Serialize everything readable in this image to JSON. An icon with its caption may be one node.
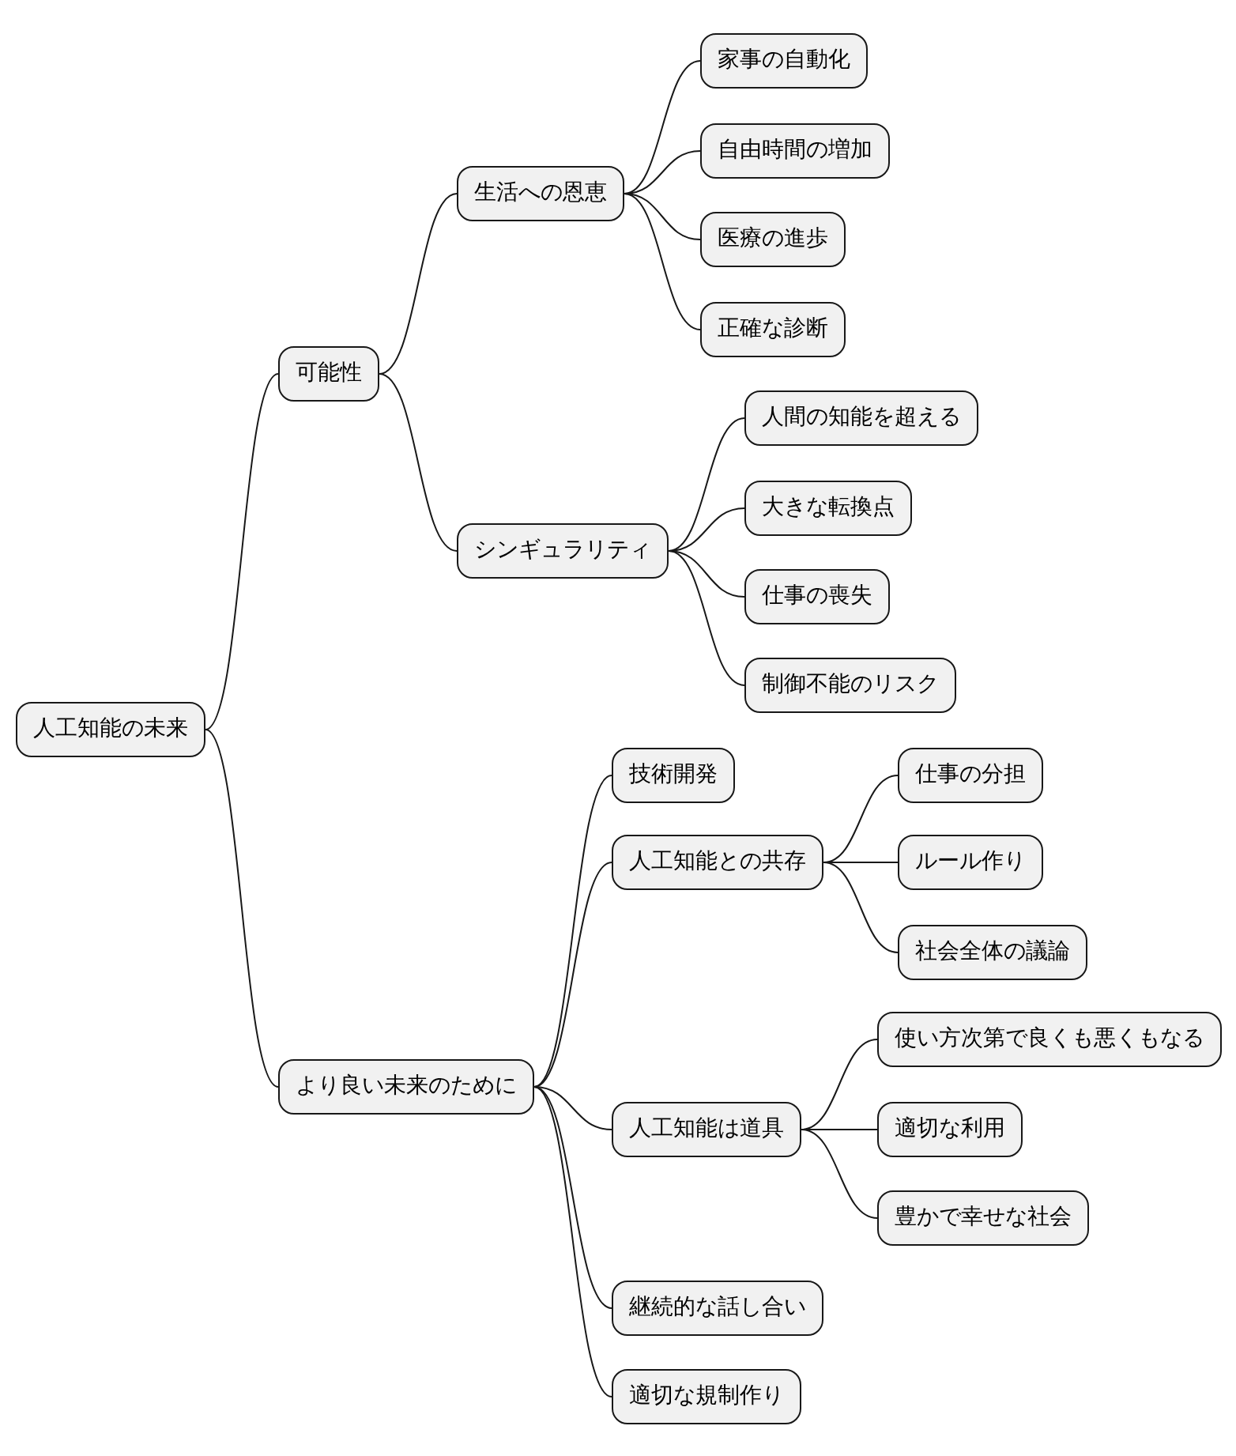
{
  "diagram": {
    "nodes": [
      {
        "text": [
          "人工知能の未来"
        ]
      },
      {
        "text": [
          "可能性"
        ]
      },
      {
        "text": [
          "生活への恩恵"
        ]
      },
      {
        "text": [
          "家事の自動化"
        ]
      },
      {
        "text": [
          "自由時間の増加"
        ]
      },
      {
        "text": [
          "医療の進歩"
        ]
      },
      {
        "text": [
          "正確な診断"
        ]
      },
      {
        "text": [
          "シンギュラリティ"
        ]
      },
      {
        "text": [
          "人間の知能を超える"
        ]
      },
      {
        "text": [
          "大きな転換点"
        ]
      },
      {
        "text": [
          "仕事の喪失"
        ]
      },
      {
        "text": [
          "制御不能のリスク"
        ]
      },
      {
        "text": [
          "より良い未来のために"
        ]
      },
      {
        "text": [
          "技術開発"
        ]
      },
      {
        "text": [
          "人工知能との共存"
        ]
      },
      {
        "text": [
          "仕事の分担"
        ]
      },
      {
        "text": [
          "ルール作り"
        ]
      },
      {
        "text": [
          "社会全体の議論"
        ]
      },
      {
        "text": [
          "人工知能は道具"
        ]
      },
      {
        "text": [
          "使い方次第で良くも悪くもなる"
        ]
      },
      {
        "text": [
          "適切な利用"
        ]
      },
      {
        "text": [
          "豊かで幸せな社会"
        ]
      },
      {
        "text": [
          "継続的な話し合い"
        ]
      },
      {
        "text": [
          "適切な規制作り"
        ]
      }
    ],
    "edges": [
      {
        "from": 0,
        "to": 1,
        "arrow": "none"
      },
      {
        "from": 1,
        "to": 2,
        "arrow": "none"
      },
      {
        "from": 2,
        "to": 3,
        "arrow": "none"
      },
      {
        "from": 2,
        "to": 4,
        "arrow": "none"
      },
      {
        "from": 2,
        "to": 5,
        "arrow": "none"
      },
      {
        "from": 2,
        "to": 6,
        "arrow": "none"
      },
      {
        "from": 1,
        "to": 7,
        "arrow": "none"
      },
      {
        "from": 7,
        "to": 8,
        "arrow": "none"
      },
      {
        "from": 7,
        "to": 9,
        "arrow": "none"
      },
      {
        "from": 7,
        "to": 10,
        "arrow": "none"
      },
      {
        "from": 7,
        "to": 11,
        "arrow": "none"
      },
      {
        "from": 0,
        "to": 12,
        "arrow": "none"
      },
      {
        "from": 12,
        "to": 13,
        "arrow": "none"
      },
      {
        "from": 12,
        "to": 14,
        "arrow": "none"
      },
      {
        "from": 14,
        "to": 15,
        "arrow": "none"
      },
      {
        "from": 14,
        "to": 16,
        "arrow": "none"
      },
      {
        "from": 14,
        "to": 17,
        "arrow": "none"
      },
      {
        "from": 12,
        "to": 18,
        "arrow": "none"
      },
      {
        "from": 18,
        "to": 19,
        "arrow": "none"
      },
      {
        "from": 18,
        "to": 20,
        "arrow": "none"
      },
      {
        "from": 18,
        "to": 21,
        "arrow": "none"
      },
      {
        "from": 12,
        "to": 22,
        "arrow": "none"
      },
      {
        "from": 12,
        "to": 23,
        "arrow": "none"
      }
    ]
  }
}
